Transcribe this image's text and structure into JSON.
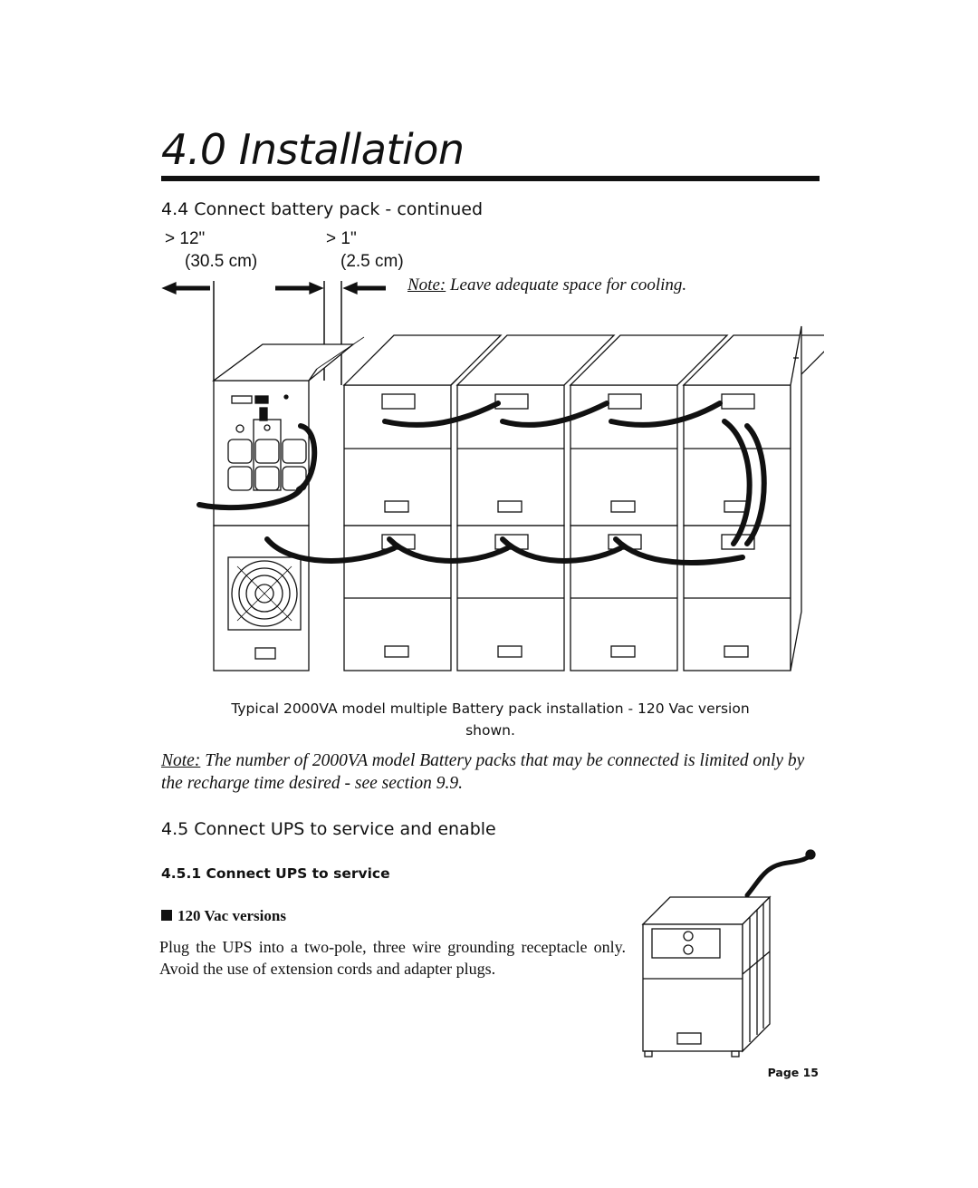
{
  "page": {
    "title": "4.0 Installation",
    "page_number": "Page 15"
  },
  "section_44": {
    "heading": "4.4 Connect battery pack - continued",
    "dimension_left": "> 12\"",
    "dimension_left_metric": "(30.5 cm)",
    "dimension_right": "> 1\"",
    "dimension_right_metric": "(2.5 cm)",
    "note_label": "Note:",
    "note_text": " Leave adequate space for cooling.",
    "caption_line1": "Typical 2000VA model multiple Battery pack installation - 120 Vac version",
    "caption_line2": "shown.",
    "note2_label": "Note:",
    "note2_text": " The number of 2000VA model Battery packs that may be connected is limited only by the recharge time desired - see section 9.9."
  },
  "section_45": {
    "heading": "4.5 Connect UPS to service and enable",
    "sub_heading": "4.5.1 Connect UPS to service",
    "bullet_label": "120 Vac versions",
    "body": "Plug the UPS into a two-pole, three wire grounding receptacle only.  Avoid the use of extension cords and adapter plugs."
  }
}
